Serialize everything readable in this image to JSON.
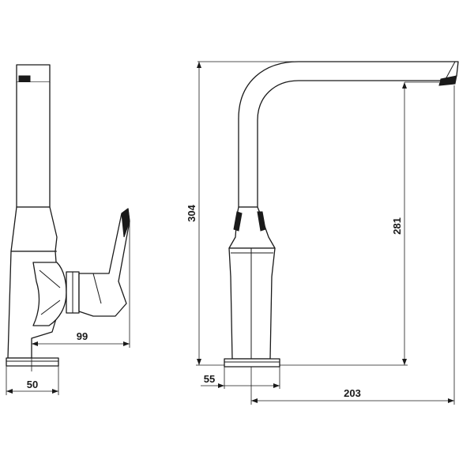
{
  "drawing": {
    "views": [
      "side-view",
      "front-view"
    ],
    "dimensions": {
      "handle_reach": "99",
      "side_base_width": "50",
      "total_height": "304",
      "spout_height": "281",
      "front_base_width": "55",
      "spout_reach": "203"
    },
    "line_color": "#1a1a1a",
    "background": "#ffffff"
  }
}
